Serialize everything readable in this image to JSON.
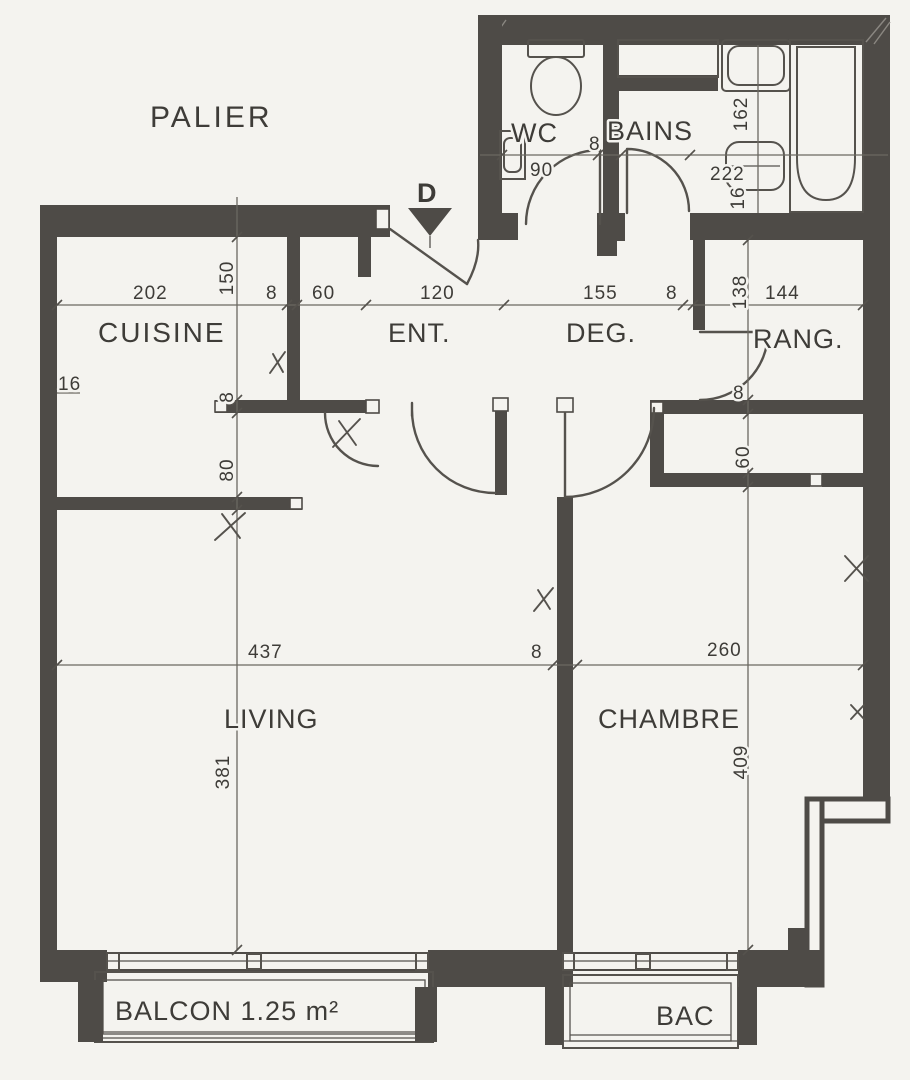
{
  "plan": {
    "outside_label": "PALIER",
    "entrance_marker": "D",
    "rooms": {
      "wc": "WC",
      "bains": "BAINS",
      "cuisine": "CUISINE",
      "entree": "ENT.",
      "degagement": "DEG.",
      "rangement": "RANG.",
      "living": "LIVING",
      "chambre": "CHAMBRE",
      "balcon": "BALCON 1.25 m²",
      "bac": "BAC"
    },
    "dimensions": {
      "top_chain": {
        "cuisine_width": "202",
        "wall_a": "8",
        "closet_width": "60",
        "entree_width": "120",
        "degagement_width": "155",
        "wall_b": "8",
        "rangement_width": "144",
        "rangement_height": "138"
      },
      "left_chain": {
        "cuisine_depth": "150",
        "wall": "8",
        "nook_depth": "80",
        "living_height": "381",
        "wall_thickness": "16"
      },
      "wc_chain": {
        "wall": "8",
        "width": "90"
      },
      "bains_chain": {
        "width": "222",
        "height": "162",
        "wall": "16"
      },
      "mid_chain": {
        "living_width": "437",
        "wall": "8",
        "chambre_width": "260"
      },
      "right_chain": {
        "door_wall": "8",
        "closet_depth": "60",
        "chambre_height": "409"
      }
    }
  }
}
